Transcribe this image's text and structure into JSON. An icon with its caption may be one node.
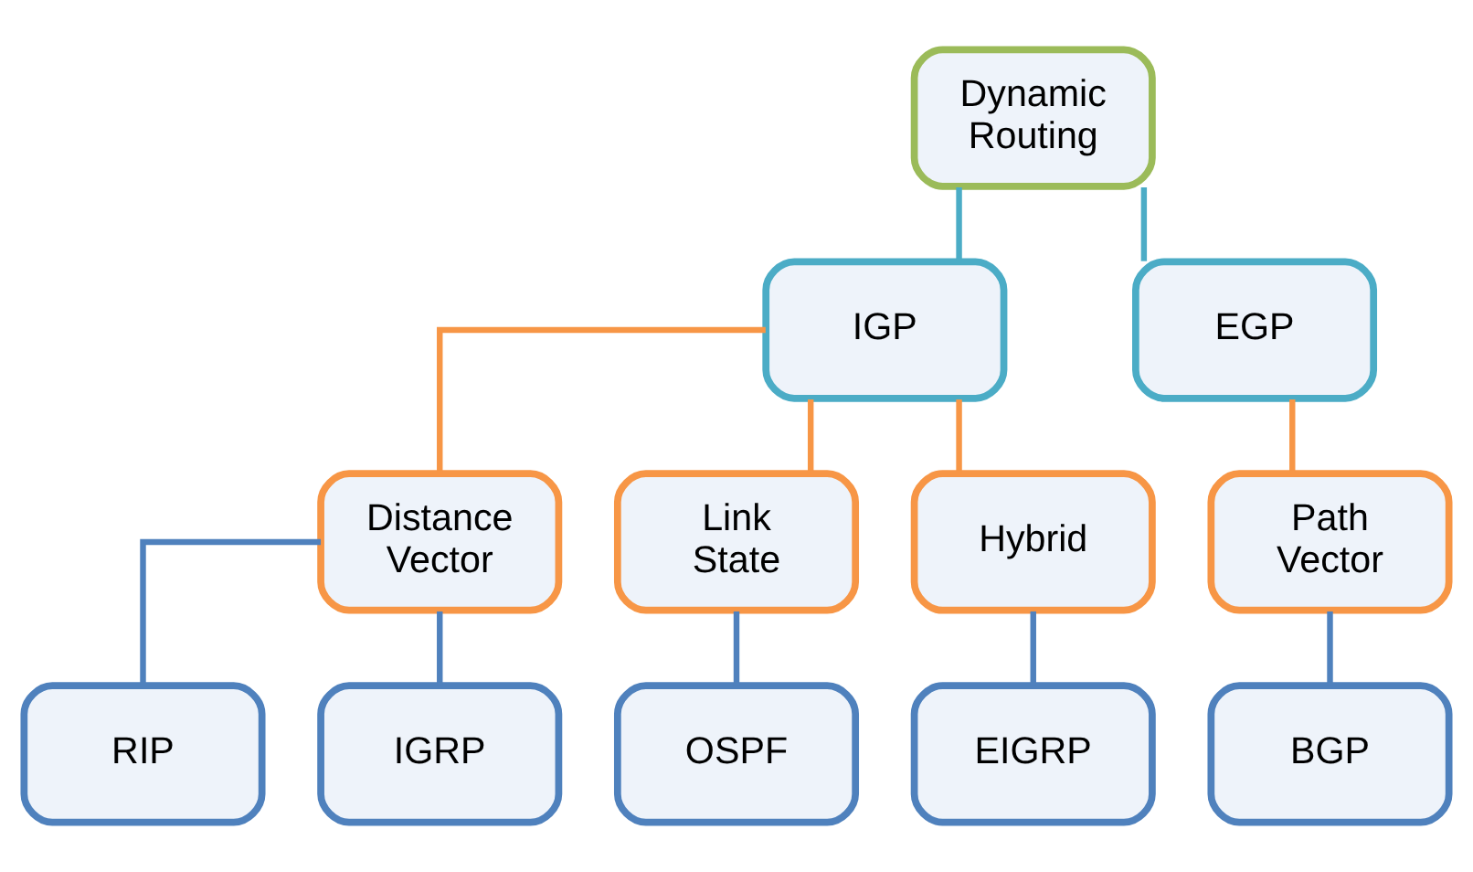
{
  "diagram": {
    "nodes": [
      {
        "text": [
          "Dynamic Routing"
        ]
      },
      {
        "text": [
          "IGP"
        ]
      },
      {
        "text": [
          "EGP"
        ]
      },
      {
        "text": [
          "Distance Vector"
        ]
      },
      {
        "text": [
          "Link State"
        ]
      },
      {
        "text": [
          "Hybrid"
        ]
      },
      {
        "text": [
          "Path Vector"
        ]
      },
      {
        "text": [
          "RIP"
        ]
      },
      {
        "text": [
          "IGRP"
        ]
      },
      {
        "text": [
          "OSPF"
        ]
      },
      {
        "text": [
          "EIGRP"
        ]
      },
      {
        "text": [
          "BGP"
        ]
      }
    ],
    "edges": [
      {
        "from": 0,
        "to": 1,
        "arrow": "none",
        "color": "#4bacc6"
      },
      {
        "from": 0,
        "to": 2,
        "arrow": "none",
        "color": "#4bacc6"
      },
      {
        "from": 1,
        "to": 3,
        "arrow": "none",
        "color": "#f79646"
      },
      {
        "from": 1,
        "to": 4,
        "arrow": "none",
        "color": "#f79646"
      },
      {
        "from": 1,
        "to": 5,
        "arrow": "none",
        "color": "#f79646"
      },
      {
        "from": 2,
        "to": 6,
        "arrow": "none",
        "color": "#f79646"
      },
      {
        "from": 3,
        "to": 7,
        "arrow": "none"
      },
      {
        "from": 3,
        "to": 8,
        "arrow": "none"
      },
      {
        "from": 4,
        "to": 9,
        "arrow": "none"
      },
      {
        "from": 5,
        "to": 10,
        "arrow": "none"
      },
      {
        "from": 6,
        "to": 11,
        "arrow": "none"
      }
    ]
  }
}
